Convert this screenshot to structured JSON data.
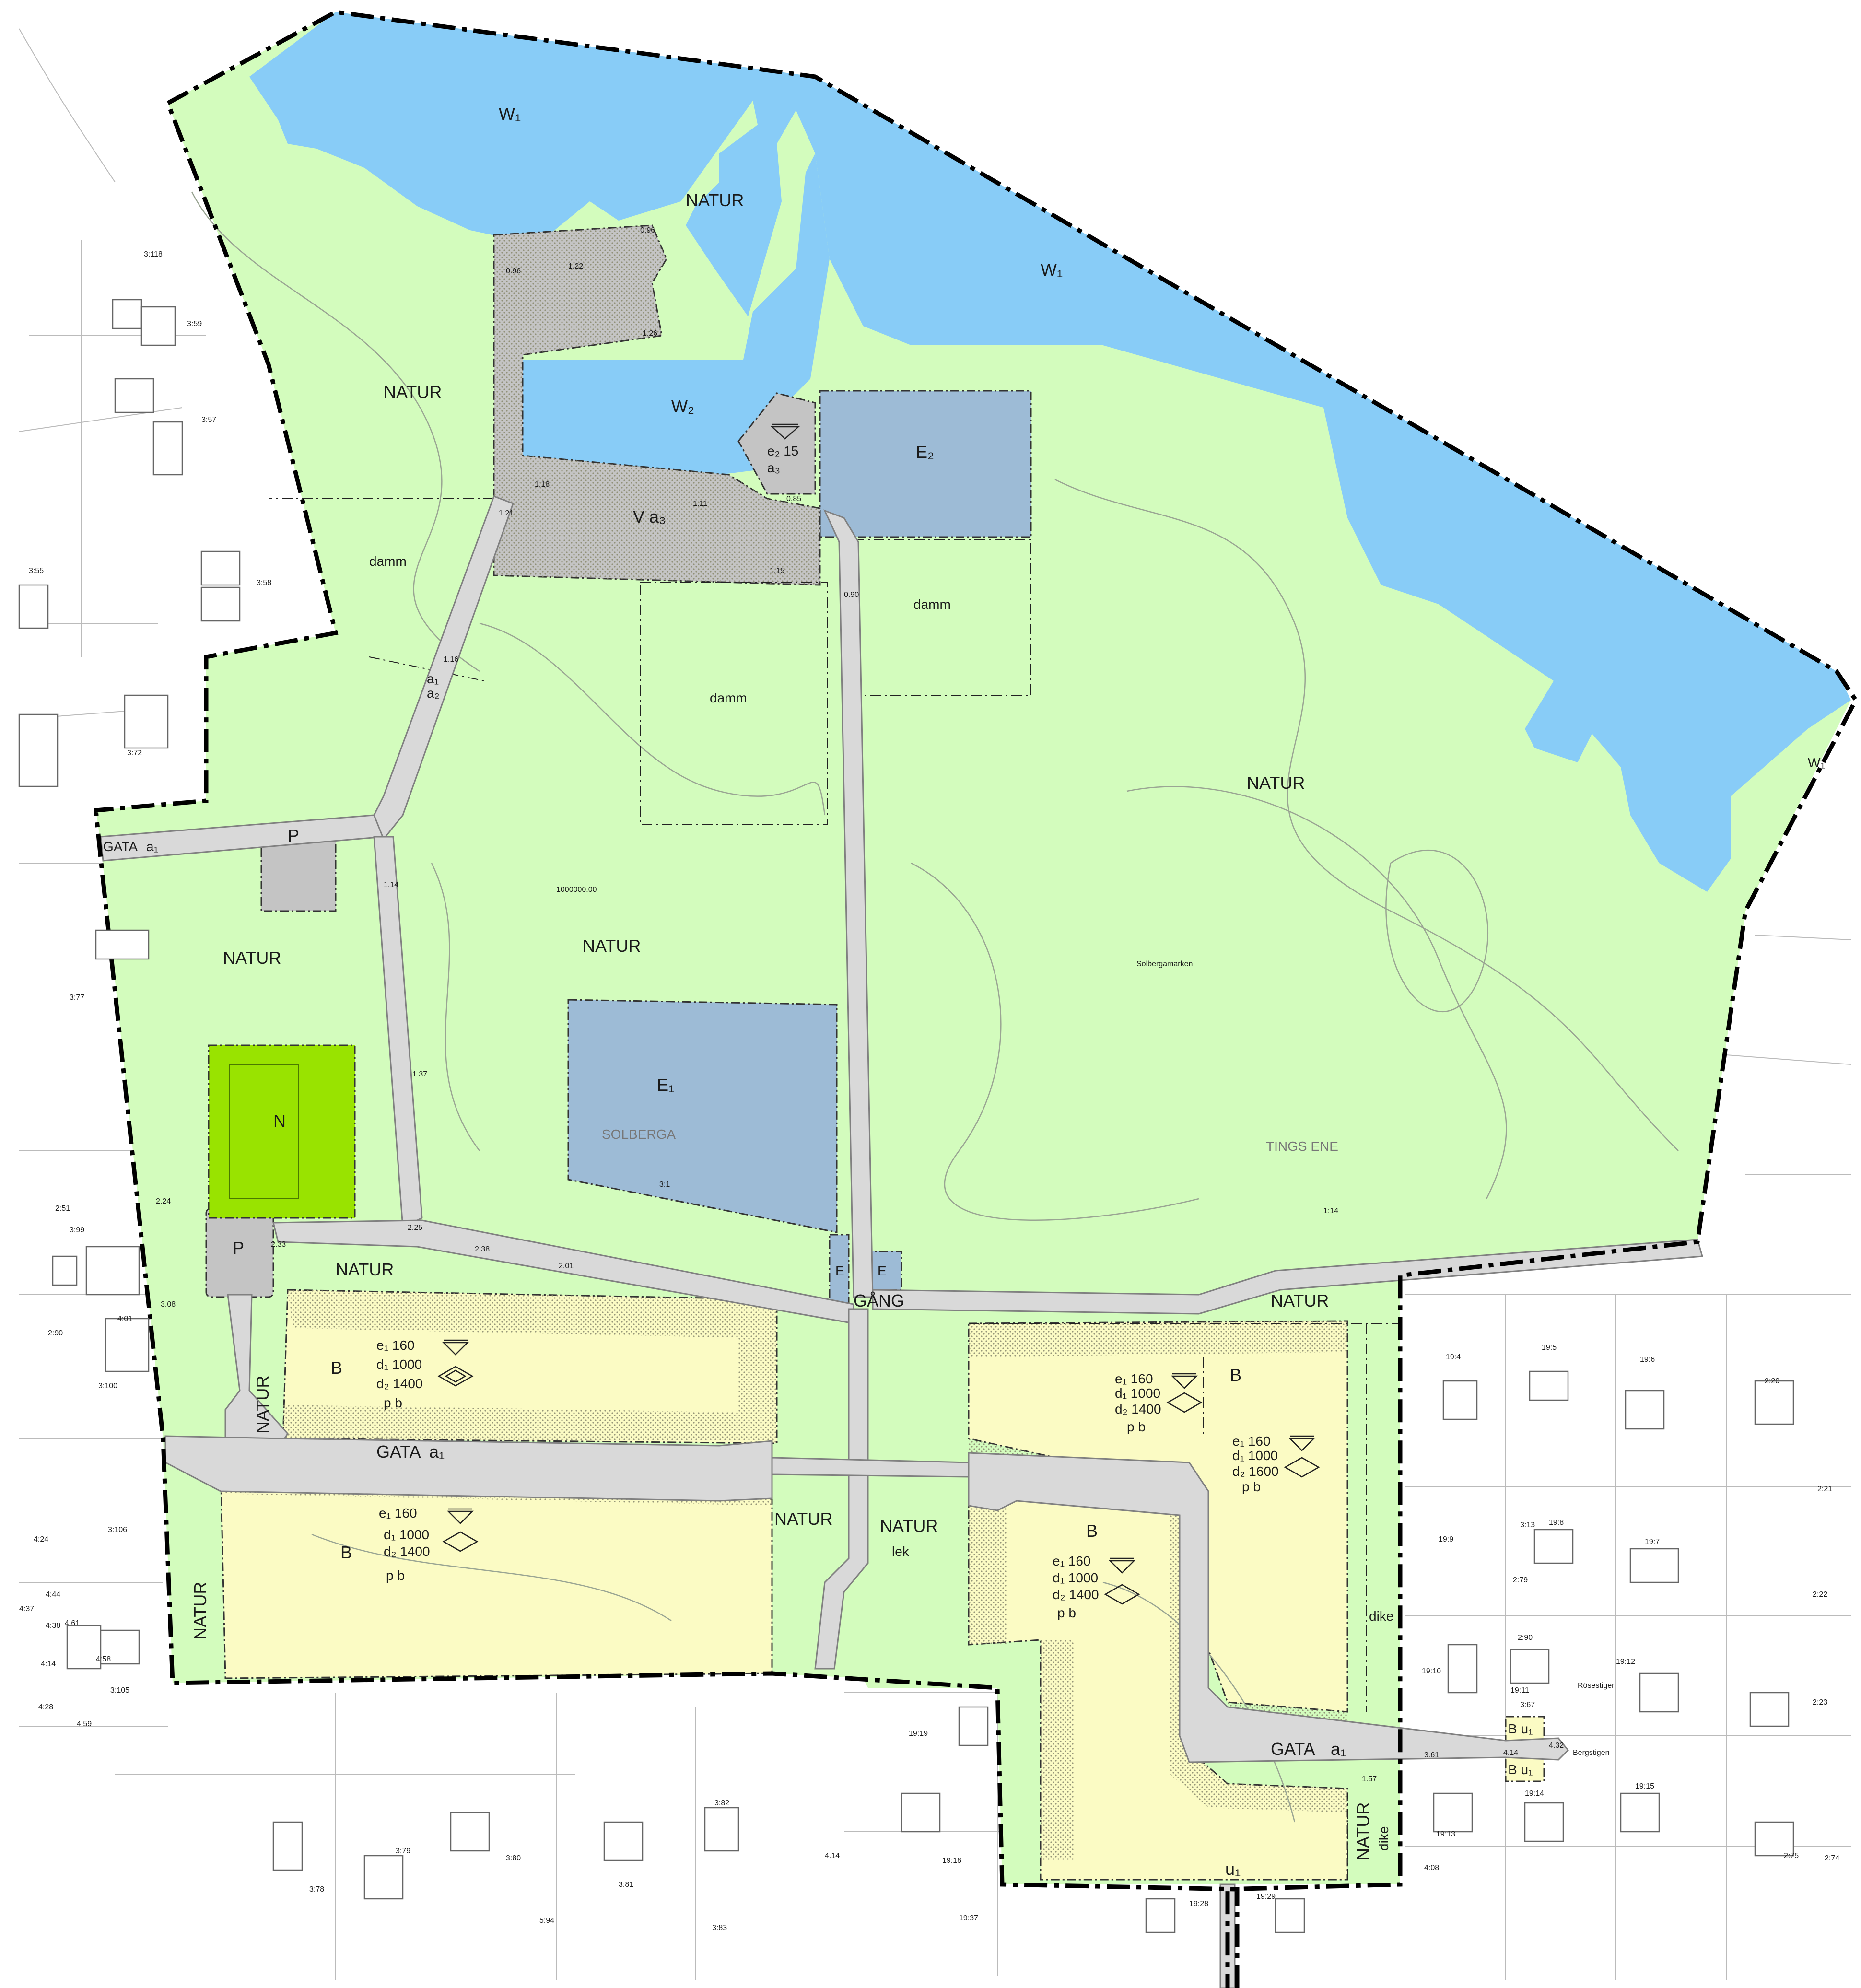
{
  "colors": {
    "water": "#88ccf7",
    "nature": "#d3fcbd",
    "residential": "#fbfbc4",
    "electric": "#9dbbd6",
    "parking": "#c4c4c4",
    "pitch": "#99e300",
    "road": "#d9d9d9"
  },
  "zones": {
    "water_1": "W₁",
    "water_1b": "W₁",
    "water_1c": "W₁",
    "water_2": "W₂",
    "natur": "NATUR",
    "damm": "damm",
    "e2": "E₂",
    "e1": "E₁",
    "e_small": "E",
    "v_a3": "V a₃",
    "parking": "P",
    "n_pitch": "N",
    "b": "B",
    "gata": "GATA",
    "gata_a1": "a₁",
    "gang": "GÅNG",
    "lek": "lek",
    "dike": "dike",
    "a1": "a₁",
    "a2": "a₂",
    "a3": "a₃",
    "e2_15": "e₂ 15",
    "u1": "u₁",
    "b_u1": "B u₁"
  },
  "building_rules": {
    "e1": "e₁ 160",
    "d1": "d₁ 1000",
    "d2_1400": "d₂ 1400",
    "d2_1600": "d₂ 1600",
    "pb": "p  b"
  },
  "place_names": {
    "solberga": "SOLBERGA",
    "tings_ene": "TINGS ENE",
    "solbergamarken": "Solbergamarken",
    "rosestigen": "Rösestigen",
    "bergstigen": "Bergstigen"
  },
  "parcels": [
    "3:118",
    "3:59",
    "3:57",
    "3:58",
    "3:55",
    "3:72",
    "3:77",
    "2:51",
    "3:99",
    "4:01",
    "2:90",
    "3:100",
    "3:106",
    "4:24",
    "4:44",
    "4:37",
    "4:38",
    "4:61",
    "4:58",
    "4:14",
    "3:105",
    "4:28",
    "4:59",
    "3:78",
    "3:79",
    "3:80",
    "3:81",
    "3:82",
    "3:83",
    "5:94",
    "19:19",
    "19:18",
    "19:37",
    "19:28",
    "19:29",
    "19:4",
    "19:5",
    "19:6",
    "2:20",
    "2:21",
    "19:9",
    "19:8",
    "3:13",
    "19:7",
    "2:79",
    "2:22",
    "2:90",
    "19:10",
    "19:11",
    "19:12",
    "2:23",
    "3:67",
    "19:13",
    "19:14",
    "19:15",
    "4:08",
    "2:75",
    "2:74",
    "3:1",
    "1:14"
  ],
  "elevations": [
    "0.96",
    "0.96",
    "1.22",
    "1.26",
    "1.18",
    "1.11",
    "0.85",
    "1.21",
    "1.15",
    "0.90",
    "1.16",
    "1.14",
    "1.37",
    "2.25",
    "2.33",
    "2.38",
    "2.01",
    "2.24",
    "3.08",
    "3.61",
    "4.14",
    "4.32",
    "1.57",
    "4.14",
    "1000000.00"
  ]
}
